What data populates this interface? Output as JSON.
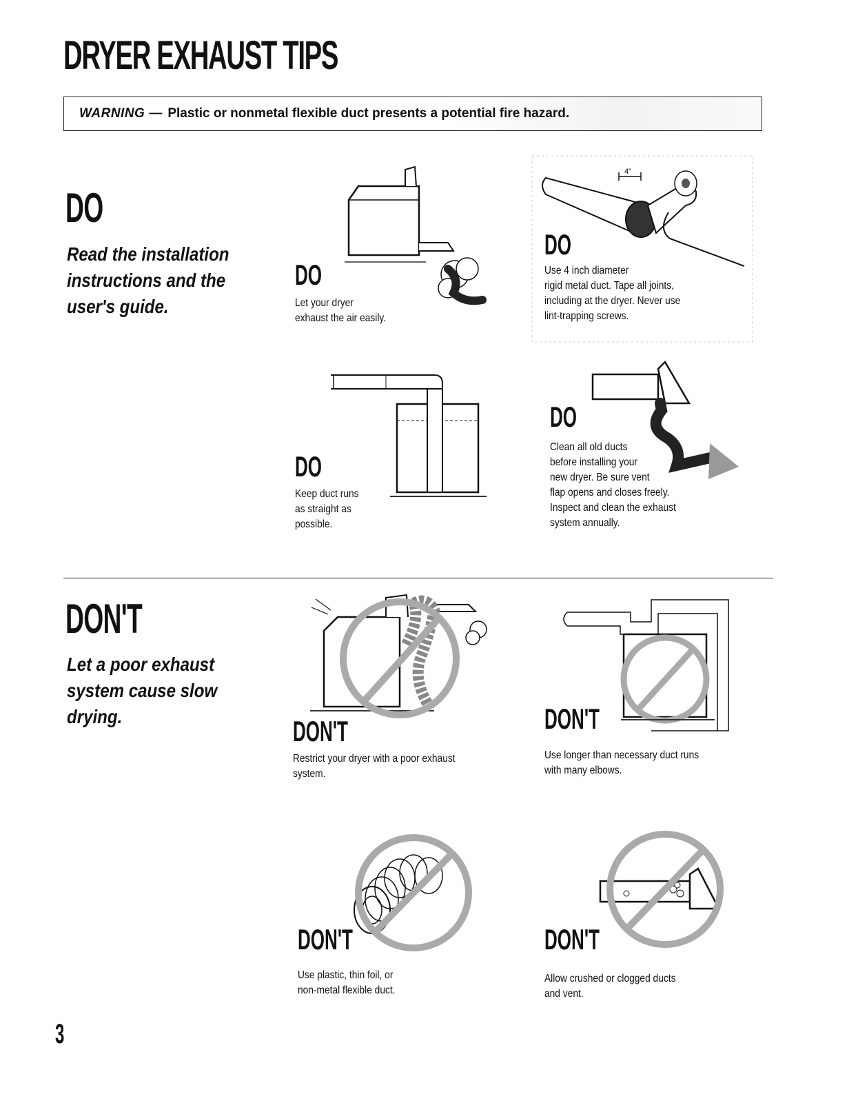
{
  "title": "DRYER EXHAUST TIPS",
  "warning": {
    "label": "WARNING",
    "dash": "—",
    "text": "Plastic or nonmetal flexible duct presents a potential fire hazard."
  },
  "do_section": {
    "heading": "DO",
    "subtitle": "Read the installation instructions and the user's guide."
  },
  "dont_section": {
    "heading": "DON'T",
    "subtitle": "Let a poor exhaust system cause slow drying."
  },
  "tips": [
    {
      "heading": "DO",
      "lines": [
        "Let your dryer",
        "exhaust the air easily."
      ]
    },
    {
      "heading": "DO",
      "lines": [
        "Use 4 inch diameter",
        "rigid metal duct. Tape all joints,",
        "including at the dryer. Never use",
        "lint-trapping screws."
      ]
    },
    {
      "heading": "DO",
      "lines": [
        "Keep duct runs",
        "as straight as",
        "possible."
      ]
    },
    {
      "heading": "DO",
      "lines": [
        "Clean all old ducts",
        "before installing your",
        "new dryer. Be sure vent",
        "flap opens and closes freely.",
        "Inspect and clean the exhaust",
        "system annually."
      ]
    },
    {
      "heading": "DON'T",
      "lines": [
        "Restrict your dryer with a poor exhaust",
        "system."
      ]
    },
    {
      "heading": "DON'T",
      "lines": [
        "Use longer than necessary duct runs",
        "with many elbows."
      ]
    },
    {
      "heading": "DON'T",
      "lines": [
        "Use plastic, thin foil, or",
        "non-metal flexible duct."
      ]
    },
    {
      "heading": "DON'T",
      "lines": [
        "Allow crushed or clogged ducts",
        "and vent."
      ]
    }
  ],
  "figure_labels": {
    "duct_diameter": "4\""
  },
  "page_number": "3"
}
